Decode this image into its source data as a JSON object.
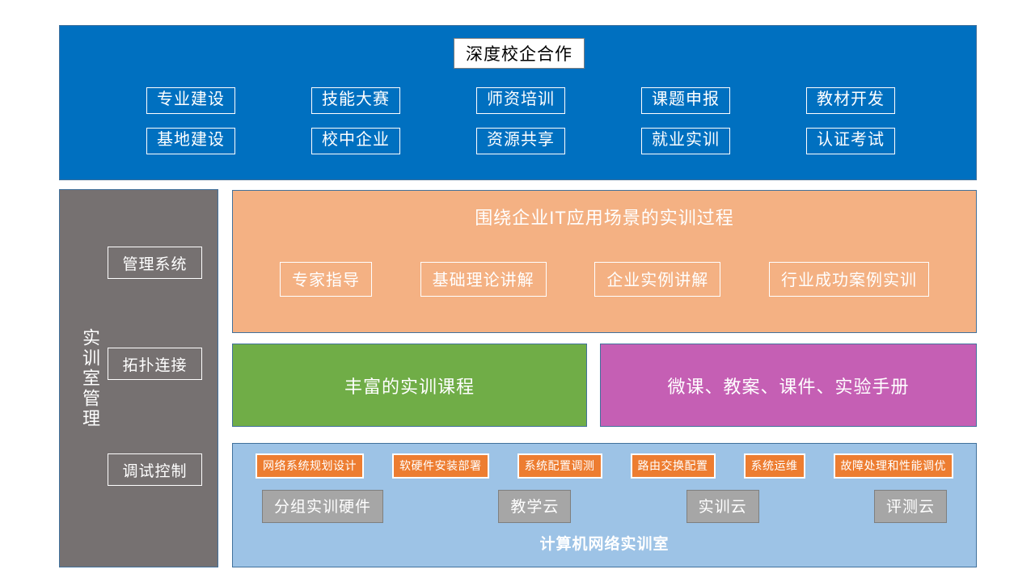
{
  "header": {
    "title": "深度校企合作",
    "background_color": "#0070c0",
    "tags": [
      "专业建设",
      "技能大赛",
      "师资培训",
      "课题申报",
      "教材开发",
      "基地建设",
      "校中企业",
      "资源共享",
      "就业实训",
      "认证考试"
    ]
  },
  "sidebar": {
    "vertical_label": "实训室管理",
    "background_color": "#767171",
    "boxes": [
      "管理系统",
      "拓扑连接",
      "调试控制"
    ]
  },
  "process": {
    "heading": "围绕企业IT应用场景的实训过程",
    "background_color": "#f4b183",
    "tags": [
      "专家指导",
      "基础理论讲解",
      "企业实例讲解",
      "行业成功案例实训"
    ]
  },
  "courses": {
    "label": "丰富的实训课程",
    "background_color": "#70ad47"
  },
  "materials": {
    "label": "微课、教案、课件、实验手册",
    "background_color": "#c55fb4"
  },
  "lab": {
    "background_color": "#9dc3e6",
    "footer_title": "计算机网络实训室",
    "skills": [
      "网络系统规划设计",
      "软硬件安装部署",
      "系统配置调测",
      "路由交换配置",
      "系统运维",
      "故障处理和性能调优"
    ],
    "skill_color": "#ed7d31",
    "resources": [
      "分组实训硬件",
      "教学云",
      "实训云",
      "评测云"
    ],
    "resource_color": "#a6a6a6"
  }
}
